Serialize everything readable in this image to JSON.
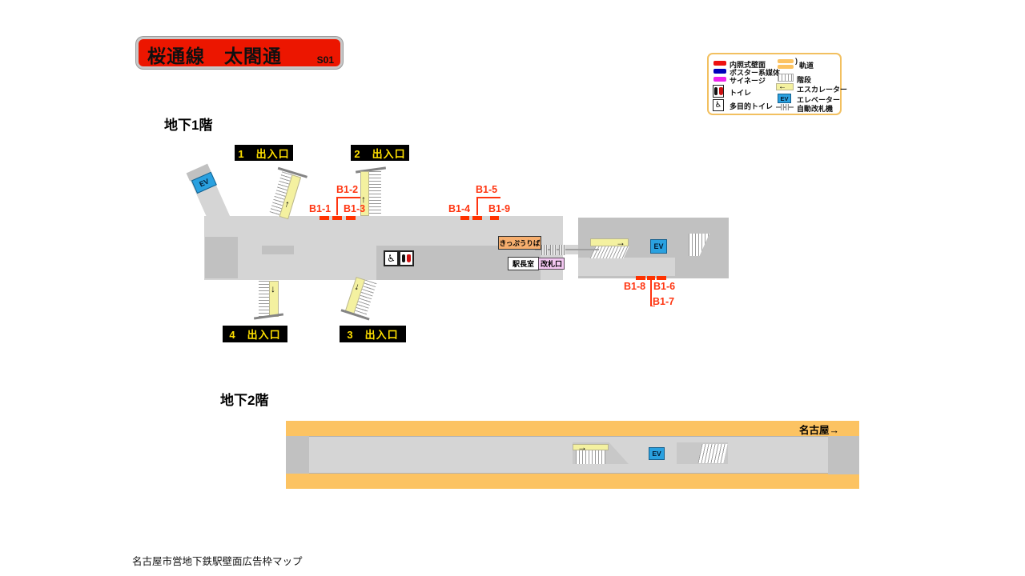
{
  "title": {
    "text": "桜通線　太閤通",
    "code": "S01"
  },
  "legend": {
    "left": [
      {
        "label": "内照式壁面"
      },
      {
        "label": "ポスター系媒体"
      },
      {
        "label": "サイネージ"
      },
      {
        "label": "トイレ"
      },
      {
        "label": "多目的トイレ"
      }
    ],
    "right": [
      {
        "label": "軌道",
        "brace": ")"
      },
      {
        "label": "階段"
      },
      {
        "label": "エスカレーター"
      },
      {
        "label": "エレベーター"
      },
      {
        "label": "自動改札機"
      }
    ]
  },
  "floors": {
    "b1": "地下1階",
    "b2": "地下2階"
  },
  "exits": [
    "1　出入口",
    "2　出入口",
    "3　出入口",
    "4　出入口"
  ],
  "ads": {
    "b1_1": "B1-1",
    "b1_2": "B1-2",
    "b1_3": "B1-3",
    "b1_4": "B1-4",
    "b1_5": "B1-5",
    "b1_6": "B1-6",
    "b1_7": "B1-7",
    "b1_8": "B1-8",
    "b1_9": "B1-9"
  },
  "facilities": {
    "ev": "EV",
    "ticket_office": "きっぷうりば",
    "station_office": "駅長室",
    "ticket_gate": "改札口"
  },
  "direction": "名古屋→",
  "icons": {
    "up": "↑",
    "down": "↓",
    "right": "→",
    "left": "←",
    "wheelchair": "♿"
  },
  "colors": {
    "illuminated_wall": "#ee1111",
    "poster_media": "#0000bb",
    "signage": "#ee22ee",
    "track": "#fcc362",
    "elevator": "#2aa1e0",
    "ad_mark": "#ff3200"
  },
  "caption": "名古屋市営地下鉄駅壁面広告枠マップ"
}
